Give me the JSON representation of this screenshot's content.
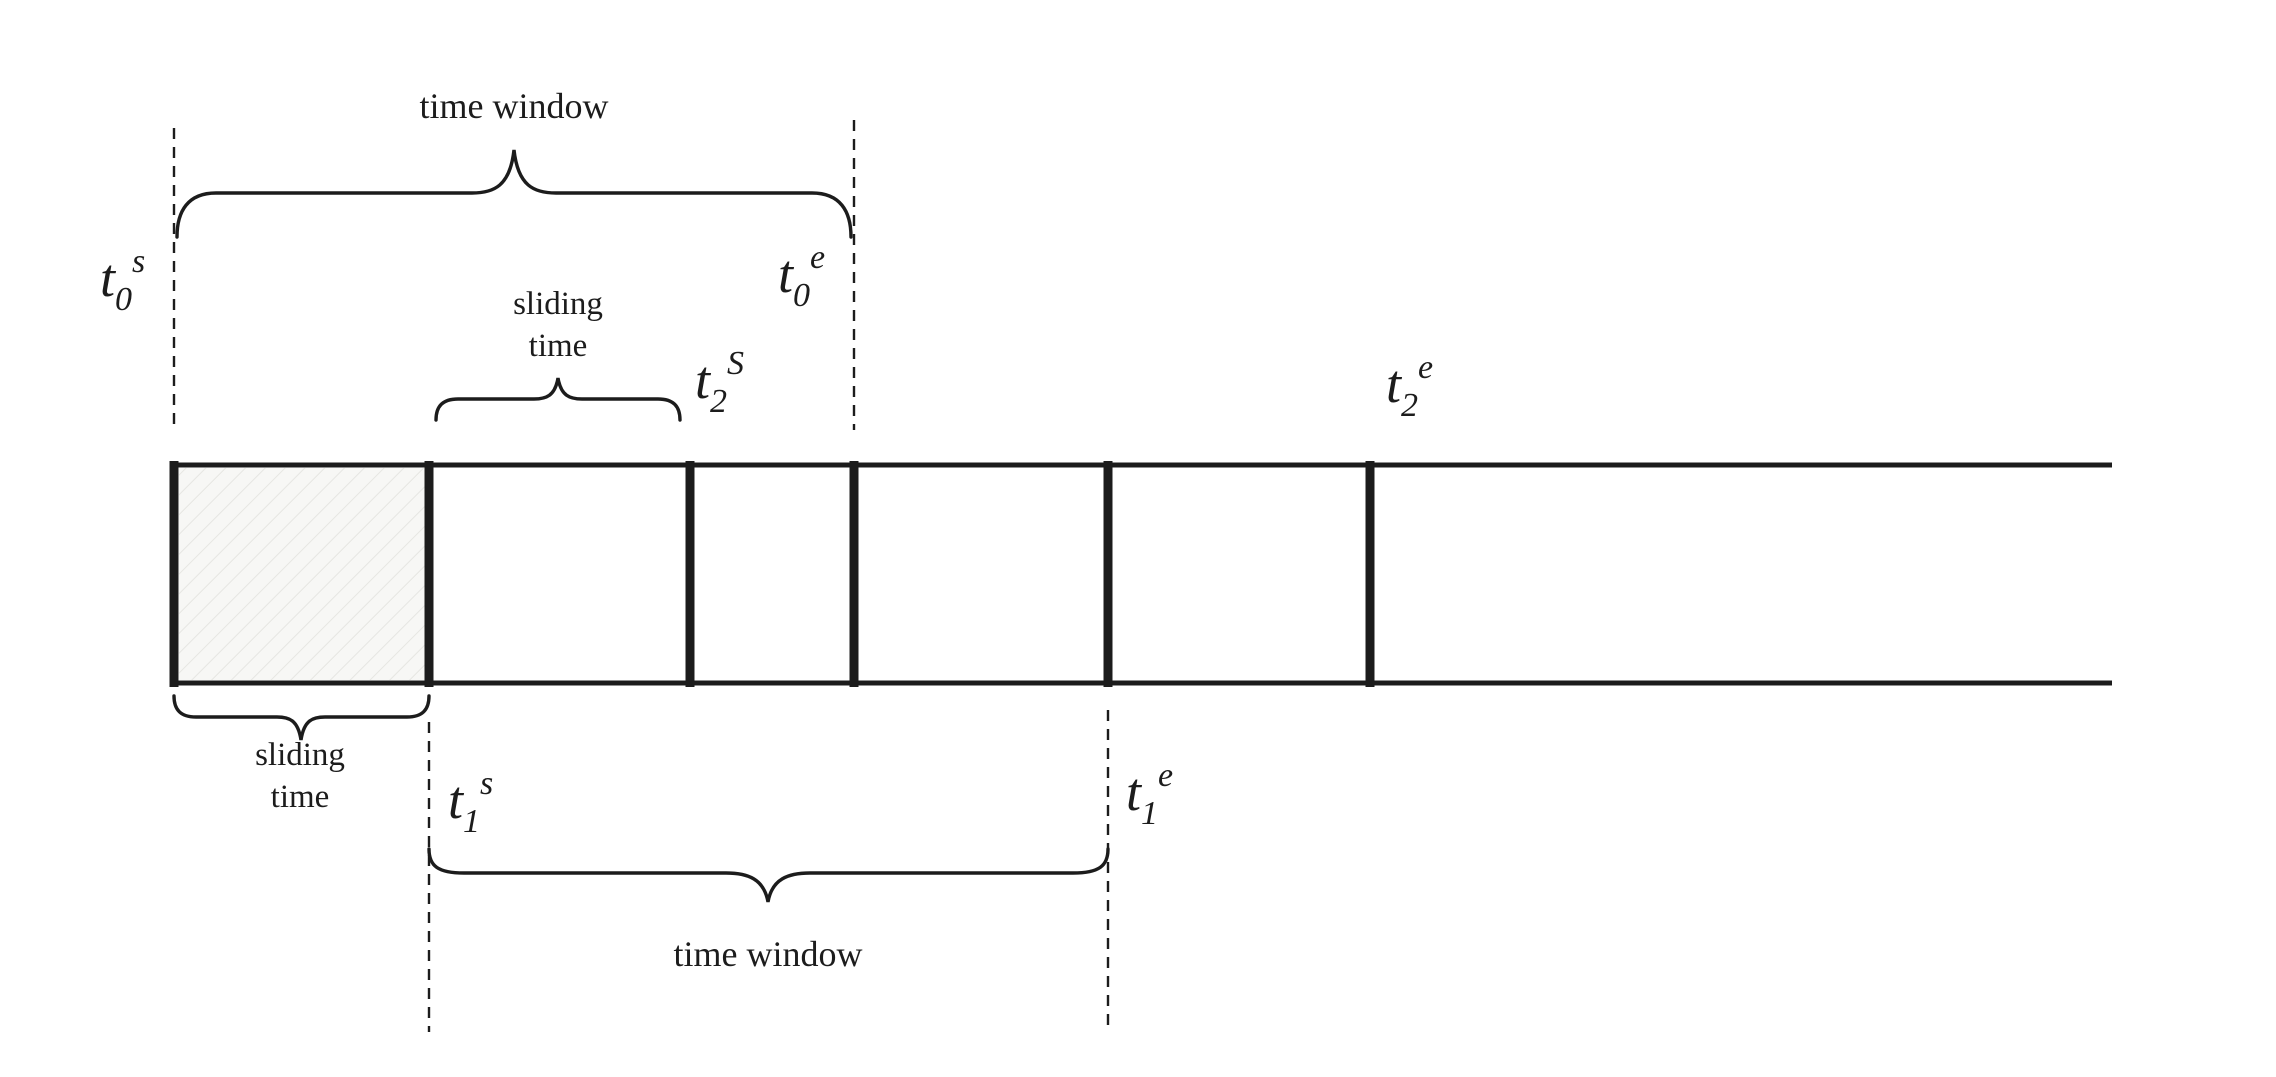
{
  "diagram": {
    "colors": {
      "background": "#ffffff",
      "line": "#1c1c1c",
      "shaded-fill": "#f7f7f5",
      "shaded-hatch": "#e6e6e2"
    },
    "braces": {
      "time_window_top": "time window",
      "time_window_bottom": "time window",
      "sliding_time_top": {
        "line1": "sliding",
        "line2": "time"
      },
      "sliding_time_bottom": {
        "line1": "sliding",
        "line2": "time"
      }
    },
    "markers": {
      "t0s": {
        "base": "t",
        "sub": "0",
        "sup": "s"
      },
      "t0e": {
        "base": "t",
        "sub": "0",
        "sup": "e"
      },
      "t1s": {
        "base": "t",
        "sub": "1",
        "sup": "s"
      },
      "t1e": {
        "base": "t",
        "sub": "1",
        "sup": "e"
      },
      "t2s": {
        "base": "t",
        "sub": "2",
        "sup": "S"
      },
      "t2e": {
        "base": "t",
        "sub": "2",
        "sup": "e"
      }
    }
  }
}
